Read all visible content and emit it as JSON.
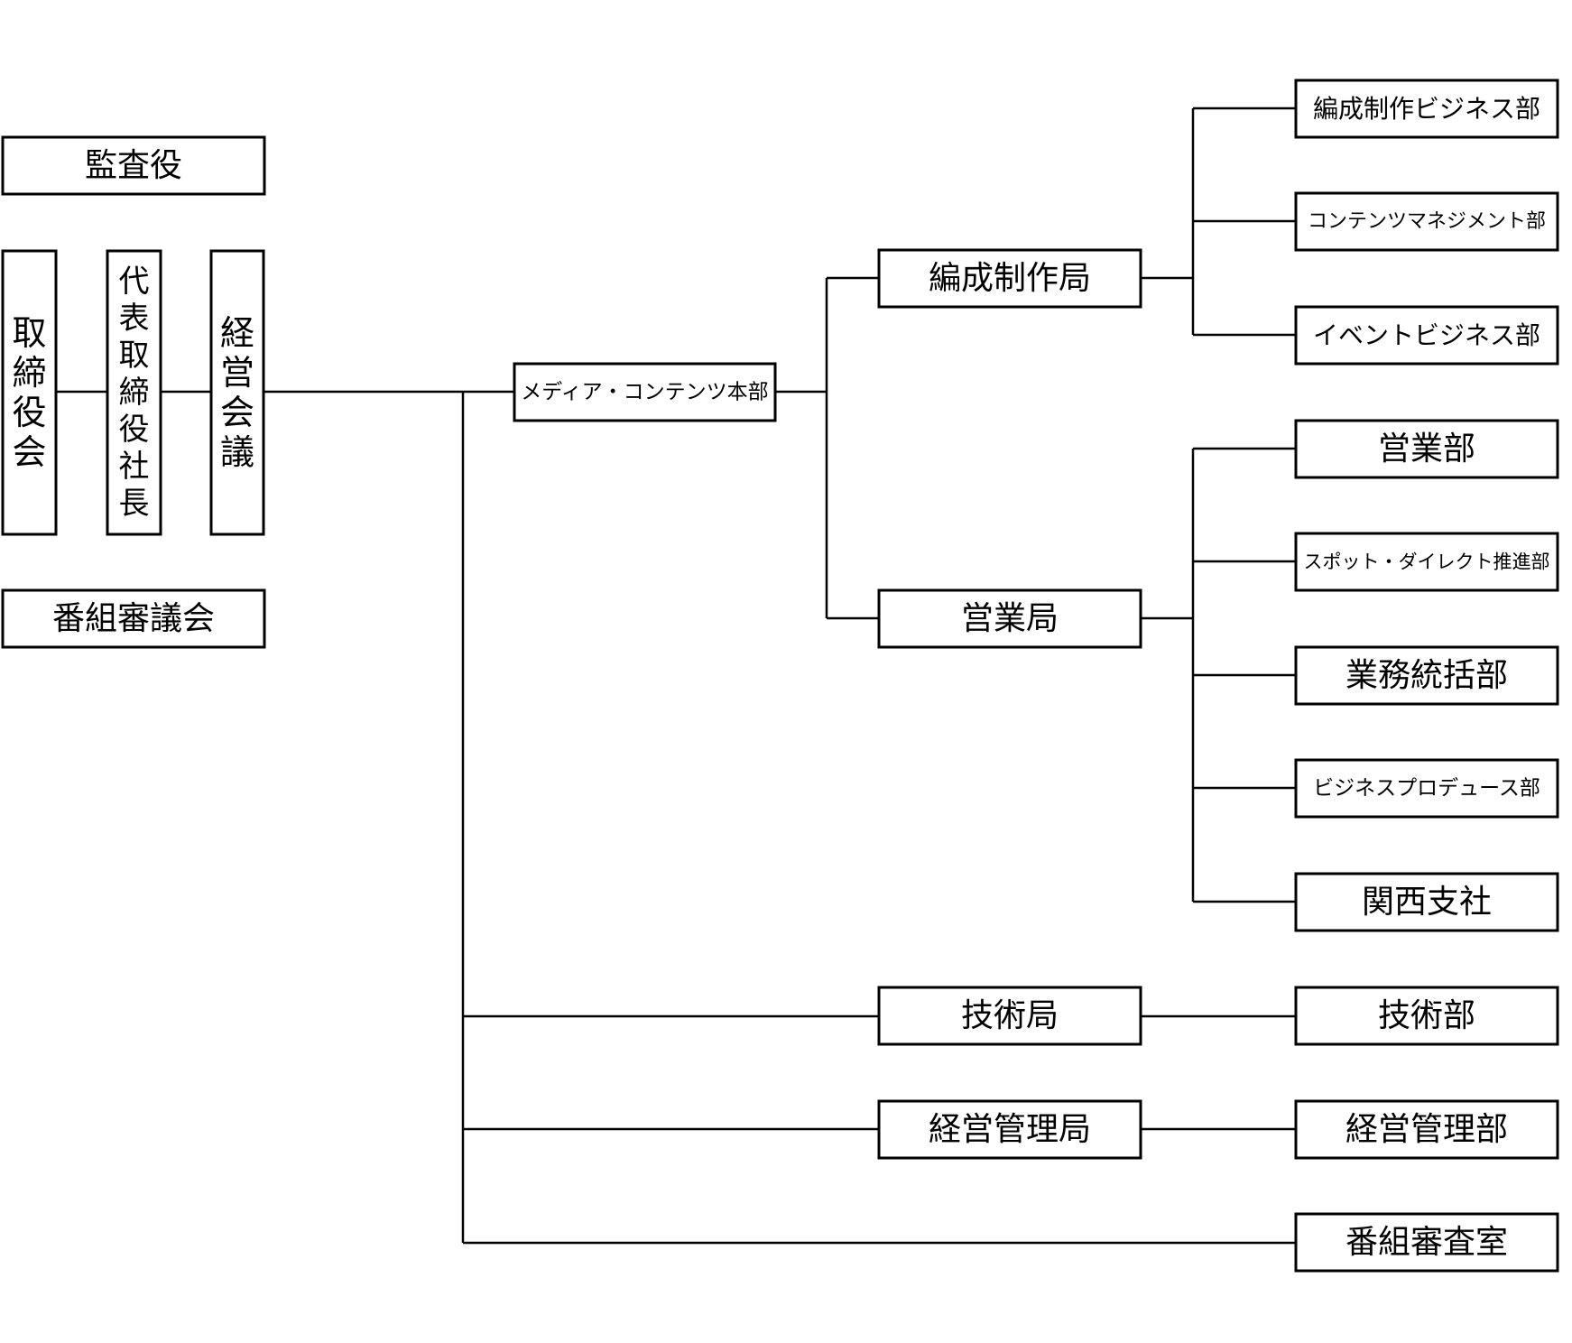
{
  "org_chart": {
    "auditor": "監査役",
    "board_of_directors": "取締役会",
    "president": "代表取締役社長",
    "management_meeting": "経営会議",
    "program_council": "番組審議会",
    "media_content_hq": "メディア・コンテンツ本部",
    "programming_bureau": {
      "name": "編成制作局",
      "departments": [
        "編成制作ビジネス部",
        "コンテンツマネジメント部",
        "イベントビジネス部"
      ]
    },
    "sales_bureau": {
      "name": "営業局",
      "departments": [
        "営業部",
        "スポット・ダイレクト推進部",
        "業務統括部",
        "ビジネスプロデュース部",
        "関西支社"
      ]
    },
    "technology_bureau": {
      "name": "技術局",
      "departments": [
        "技術部"
      ]
    },
    "management_bureau": {
      "name": "経営管理局",
      "departments": [
        "経営管理部"
      ]
    },
    "program_review_office": "番組審査室"
  }
}
